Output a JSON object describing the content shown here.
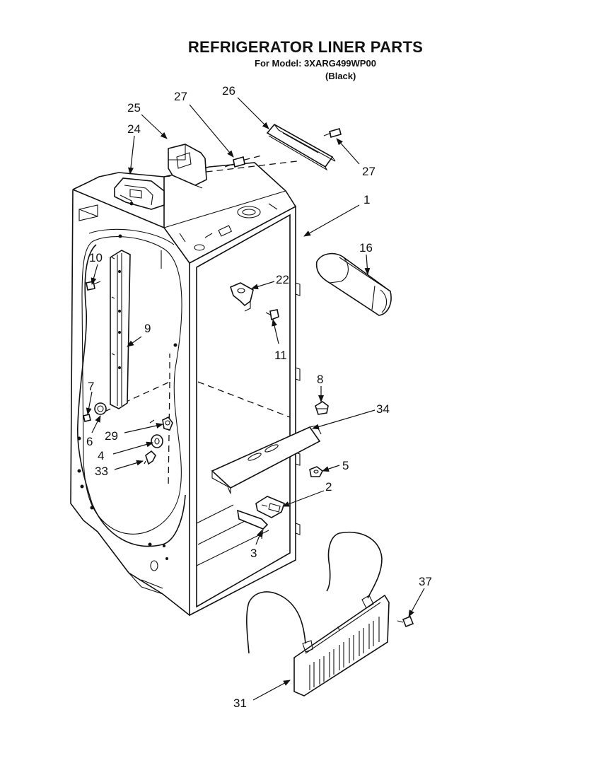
{
  "header": {
    "title": "REFRIGERATOR LINER PARTS",
    "model_line": "For Model: 3XARG499WP00",
    "color_line": "(Black)"
  },
  "callouts": [
    {
      "id": "c1",
      "label": "1"
    },
    {
      "id": "c2",
      "label": "2"
    },
    {
      "id": "c3",
      "label": "3"
    },
    {
      "id": "c4",
      "label": "4"
    },
    {
      "id": "c5",
      "label": "5"
    },
    {
      "id": "c6",
      "label": "6"
    },
    {
      "id": "c7",
      "label": "7"
    },
    {
      "id": "c8",
      "label": "8"
    },
    {
      "id": "c9",
      "label": "9"
    },
    {
      "id": "c10",
      "label": "10"
    },
    {
      "id": "c11",
      "label": "11"
    },
    {
      "id": "c16",
      "label": "16"
    },
    {
      "id": "c22",
      "label": "22"
    },
    {
      "id": "c24",
      "label": "24"
    },
    {
      "id": "c25",
      "label": "25"
    },
    {
      "id": "c26",
      "label": "26"
    },
    {
      "id": "c27a",
      "label": "27"
    },
    {
      "id": "c27b",
      "label": "27"
    },
    {
      "id": "c29",
      "label": "29"
    },
    {
      "id": "c31",
      "label": "31"
    },
    {
      "id": "c33",
      "label": "33"
    },
    {
      "id": "c34",
      "label": "34"
    },
    {
      "id": "c37",
      "label": "37"
    }
  ]
}
